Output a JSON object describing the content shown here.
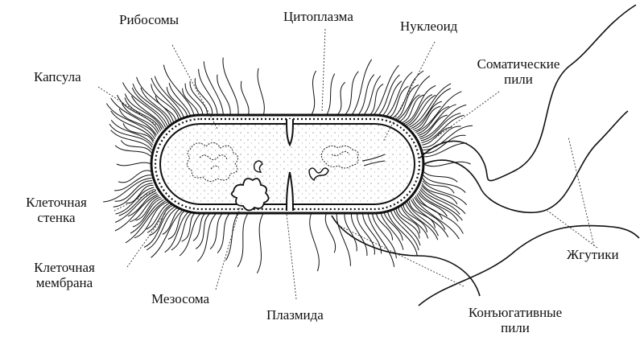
{
  "labels": {
    "ribosomes": "Рибосомы",
    "cytoplasm": "Цитоплазма",
    "nucleoid": "Нуклеоид",
    "capsule": "Капсула",
    "somatic_pili_line1": "Соматические",
    "somatic_pili_line2": "пили",
    "cell_wall_line1": "Клеточная",
    "cell_wall_line2": "стенка",
    "cell_membrane_line1": "Клеточная",
    "cell_membrane_line2": "мембрана",
    "mesosome": "Мезосома",
    "plasmid": "Плазмида",
    "flagella": "Жгутики",
    "conjugative_pili_line1": "Конъюгативные",
    "conjugative_pili_line2": "пили"
  },
  "colors": {
    "ink": "#111111",
    "background": "#ffffff"
  }
}
